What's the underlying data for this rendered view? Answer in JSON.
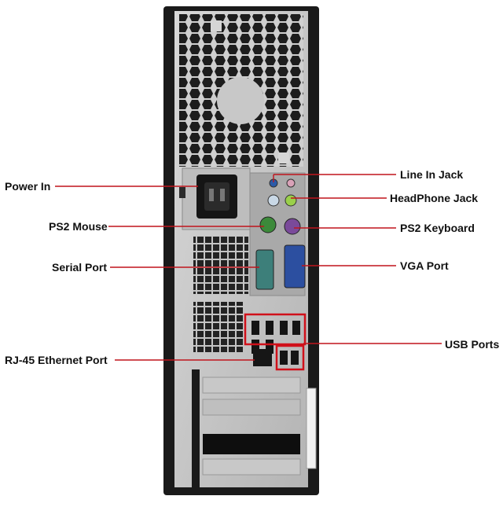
{
  "labels": {
    "power_in": "Power In",
    "ps2_mouse": "PS2 Mouse",
    "serial_port": "Serial Port",
    "rj45": "RJ-45 Ethernet Port",
    "line_in": "Line In Jack",
    "headphone": "HeadPhone Jack",
    "ps2_keyboard": "PS2 Keyboard",
    "vga": "VGA Port",
    "usb": "USB Ports"
  },
  "colors": {
    "leader_line": "#c0141c",
    "highlight_box": "#d0101a",
    "case_frame": "#1a1a1a",
    "panel_metal": "#c9c9c9",
    "ps2_mouse_port": "#3c8a3a",
    "ps2_keyboard_port": "#7a4a9a",
    "vga_port": "#2c4fa0",
    "serial_port": "#3d7f7a"
  }
}
